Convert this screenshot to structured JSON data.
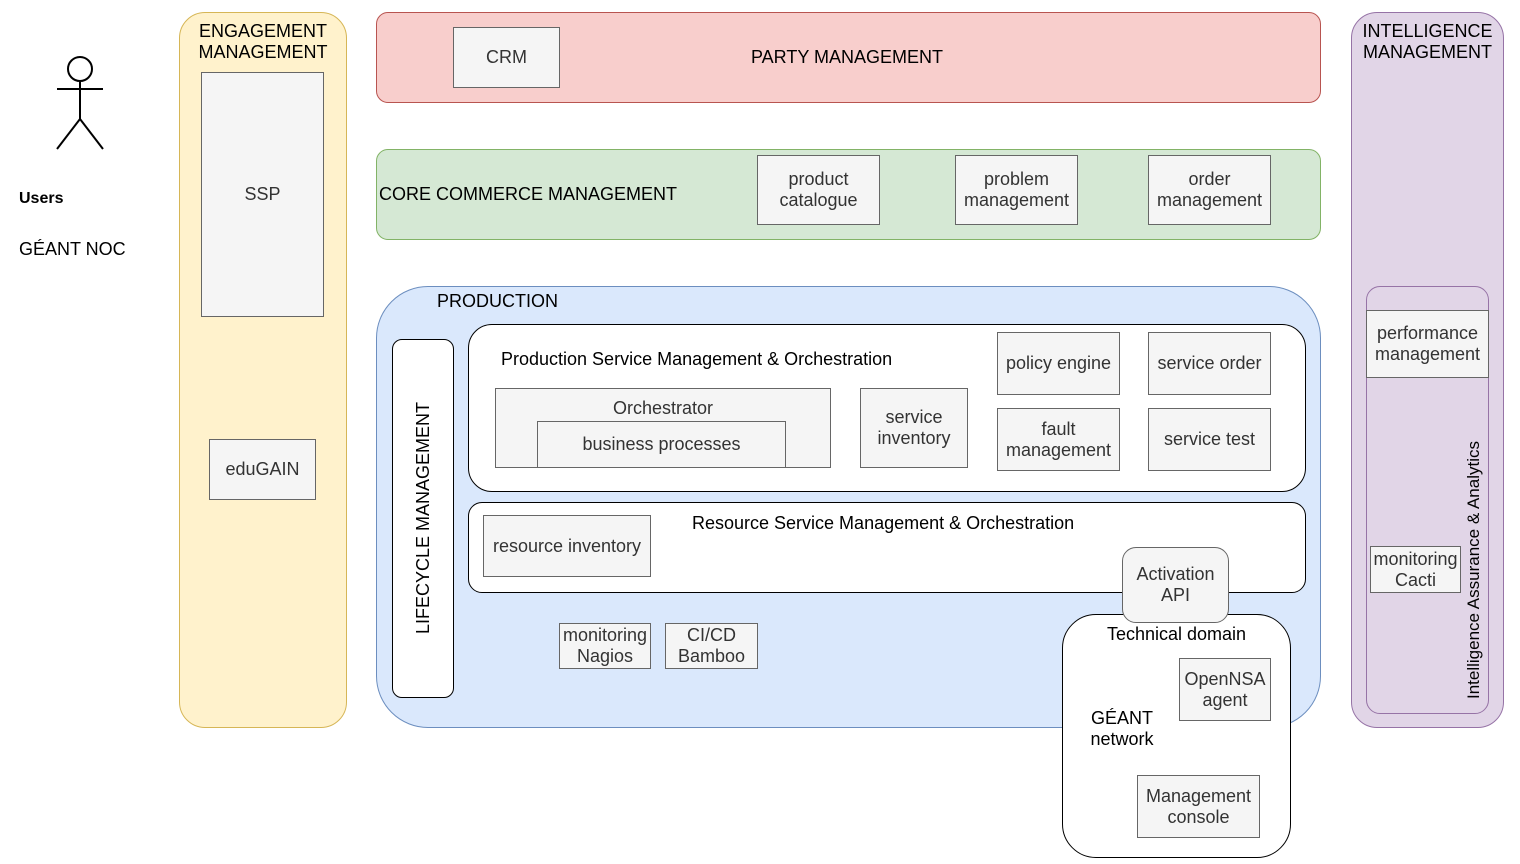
{
  "users": {
    "label": "Users",
    "name": "GÉANT NOC"
  },
  "engagement": {
    "title": "ENGAGEMENT MANAGEMENT",
    "ssp": "SSP",
    "edugain": "eduGAIN"
  },
  "party": {
    "title": "PARTY MANAGEMENT",
    "crm": "CRM"
  },
  "core": {
    "title": "CORE COMMERCE MANAGEMENT",
    "items": [
      "product catalogue",
      "problem management",
      "order management"
    ]
  },
  "production": {
    "title": "PRODUCTION",
    "lifecycle": "LIFECYCLE MANAGEMENT",
    "psmo": {
      "title": "Production Service Management & Orchestration",
      "orchestrator": "Orchestrator",
      "business_processes": "business processes",
      "service_inventory": "service inventory",
      "policy_engine": "policy engine",
      "service_order": "service order",
      "fault_management": "fault management",
      "service_test": "service test"
    },
    "rsmo": {
      "title": "Resource Service Management & Orchestration",
      "resource_inventory": "resource inventory",
      "activation_api": "Activation API"
    },
    "monitoring_nagios": "monitoring Nagios",
    "cicd_bamboo": "CI/CD Bamboo"
  },
  "technical": {
    "title": "Technical domain",
    "network": "GÉANT network",
    "opennsa": "OpenNSA agent",
    "console": "Management console"
  },
  "intelligence": {
    "title": "INTELLIGENCE MANAGEMENT",
    "assurance": "Intelligence Assurance & Analytics",
    "performance": "performance management",
    "cacti": "monitoring Cacti"
  },
  "colors": {
    "engagement_fill": "#fff2cc",
    "engagement_stroke": "#d6b656",
    "party_fill": "#f8cecc",
    "party_stroke": "#b85450",
    "core_fill": "#d5e8d4",
    "core_stroke": "#82b366",
    "production_fill": "#dae8fc",
    "production_stroke": "#6c8ebf",
    "intelligence_fill": "#e1d5e7",
    "intelligence_stroke": "#9673a6"
  }
}
